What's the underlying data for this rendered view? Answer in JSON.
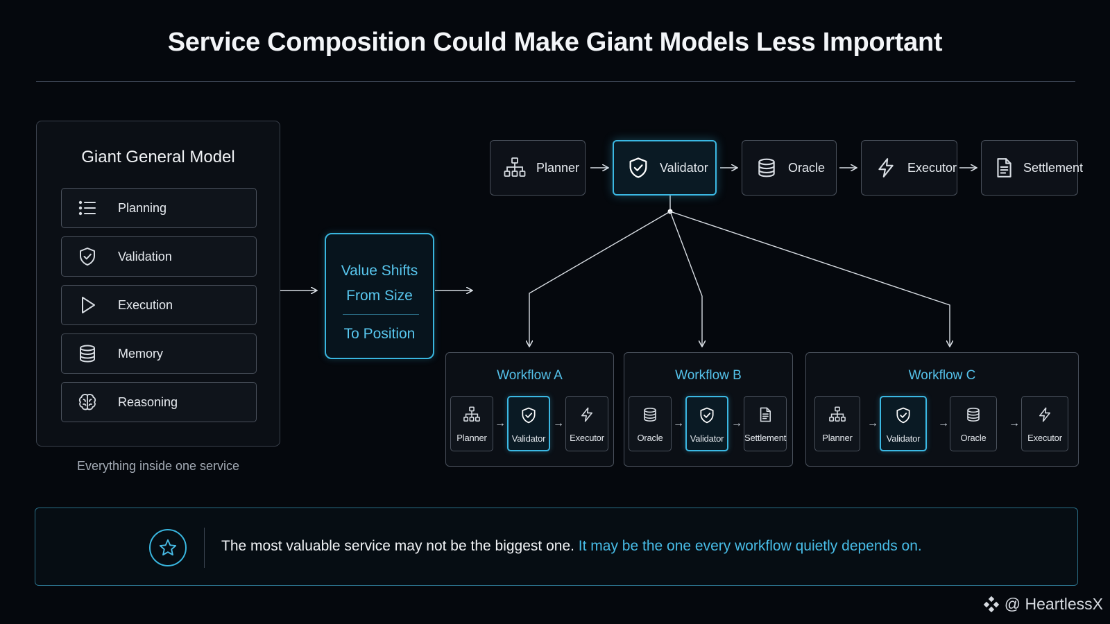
{
  "title": "Service Composition Could Make Giant Models Less Important",
  "giant_model": {
    "title": "Giant General Model",
    "capabilities": [
      {
        "label": "Planning",
        "icon": "list-icon"
      },
      {
        "label": "Validation",
        "icon": "shield-check-icon"
      },
      {
        "label": "Execution",
        "icon": "play-icon"
      },
      {
        "label": "Memory",
        "icon": "database-icon"
      },
      {
        "label": "Reasoning",
        "icon": "brain-icon"
      }
    ],
    "caption": "Everything inside one service"
  },
  "shift": {
    "line1": "Value Shifts",
    "line2": "From Size",
    "line3": "To Position"
  },
  "pipeline": [
    {
      "label": "Planner",
      "icon": "hierarchy-icon",
      "highlight": false
    },
    {
      "label": "Validator",
      "icon": "shield-check-icon",
      "highlight": true
    },
    {
      "label": "Oracle",
      "icon": "database-icon",
      "highlight": false
    },
    {
      "label": "Executor",
      "icon": "lightning-icon",
      "highlight": false
    },
    {
      "label": "Settlement",
      "icon": "document-icon",
      "highlight": false
    }
  ],
  "workflows": [
    {
      "title": "Workflow A",
      "steps": [
        "Planner",
        "Validator",
        "Executor"
      ]
    },
    {
      "title": "Workflow B",
      "steps": [
        "Oracle",
        "Validator",
        "Settlement"
      ]
    },
    {
      "title": "Workflow C",
      "steps": [
        "Planner",
        "Validator",
        "Oracle",
        "Executor"
      ]
    }
  ],
  "banner": {
    "text_main": "The most valuable service may not be the biggest one.",
    "text_accent": "It may be the one every workflow quietly depends on."
  },
  "watermark": "@ HeartlessX",
  "colors": {
    "background": "#05080d",
    "accent": "#3bb8e3",
    "accent_text": "#55c3ec",
    "border": "#4a515c"
  }
}
